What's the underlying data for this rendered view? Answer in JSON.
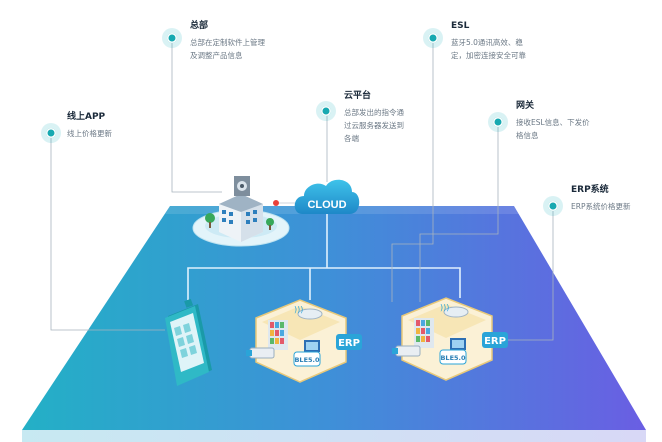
{
  "nodes": {
    "hq": {
      "title": "总部",
      "desc": [
        "总部在定制软件上管理",
        "及调整产品信息"
      ]
    },
    "esl": {
      "title": "ESL",
      "desc": [
        "蓝牙5.0通讯高效、稳",
        "定，加密连接安全可靠"
      ]
    },
    "online": {
      "title": "线上APP",
      "desc": [
        "线上价格更新"
      ]
    },
    "cloudp": {
      "title": "云平台",
      "desc": [
        "总部发出的指令通",
        "过云服务器发送到",
        "各端"
      ]
    },
    "gateway": {
      "title": "网关",
      "desc": [
        "接收ESL信息、下发价",
        "格信息"
      ]
    },
    "erp": {
      "title": "ERP系统",
      "desc": [
        "ERP系统价格更新"
      ]
    }
  },
  "labels": {
    "cloud": "CLOUD",
    "ble_left": "BLE5.0",
    "ble_right": "BLE5.0",
    "erp_left": "ERP",
    "erp_right": "ERP"
  },
  "colors": {
    "accent": "#17a9b1",
    "platform_left": "#2bb3c4",
    "platform_right": "#6c5fe2",
    "title": "#1b2a3a",
    "desc": "#6b7885"
  }
}
